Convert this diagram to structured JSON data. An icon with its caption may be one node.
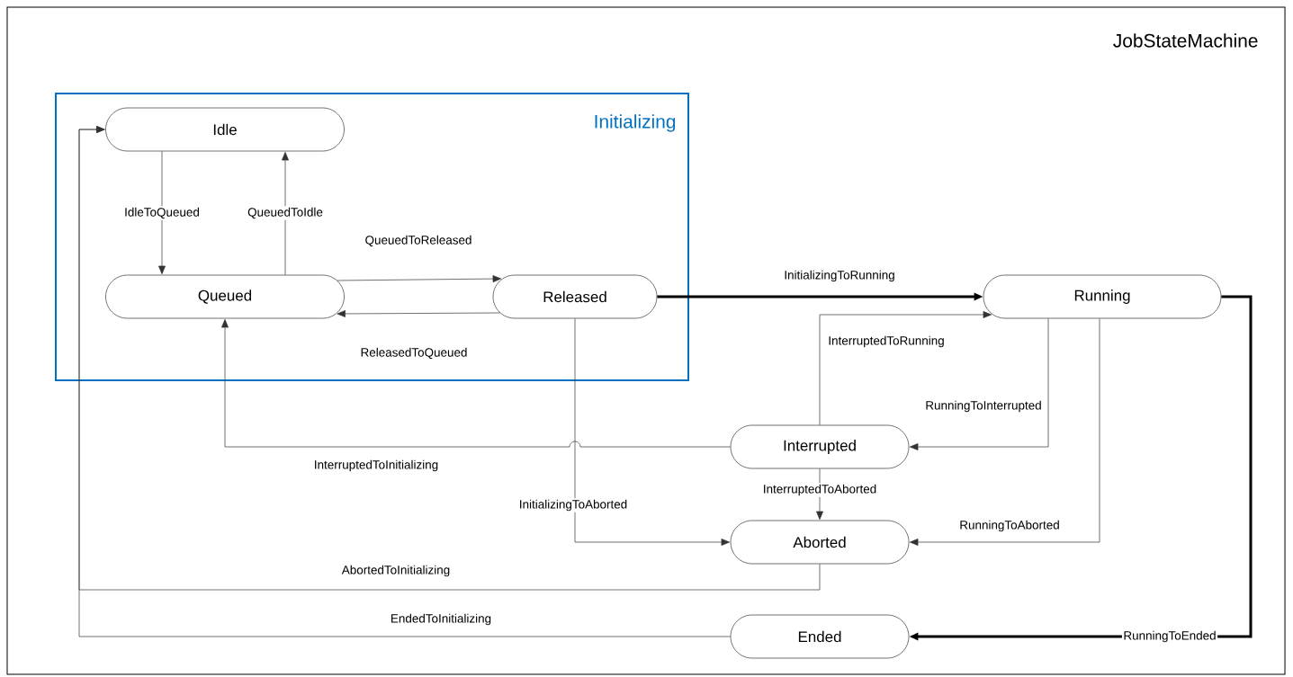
{
  "diagram": {
    "nodes": [
      {
        "text": [
          "JobStateMachine"
        ]
      },
      {
        "text": [
          "Initializing"
        ],
        "in": 0
      },
      {
        "text": [
          "Idle"
        ],
        "in": 1
      },
      {
        "text": [
          "Queued"
        ],
        "in": 1
      },
      {
        "text": [
          "Released"
        ],
        "in": 1
      },
      {
        "text": [
          "Running"
        ],
        "in": 0
      },
      {
        "text": [
          "Interrupted"
        ],
        "in": 0
      },
      {
        "text": [
          "Aborted"
        ],
        "in": 0
      },
      {
        "text": [
          "Ended"
        ],
        "in": 0
      }
    ],
    "edges": [
      {
        "from": 2,
        "to": 3,
        "arrow": "to",
        "label": "IdleToQueued"
      },
      {
        "from": 3,
        "to": 2,
        "arrow": "to",
        "label": "QueuedToIdle"
      },
      {
        "from": 3,
        "to": 4,
        "arrow": "to",
        "label": "QueuedToReleased"
      },
      {
        "from": 4,
        "to": 3,
        "arrow": "to",
        "label": "ReleasedToQueued"
      },
      {
        "from": 4,
        "to": 5,
        "arrow": "to",
        "label": "InitializingToRunning",
        "style": "thick"
      },
      {
        "from": 6,
        "to": 5,
        "arrow": "to",
        "label": "InterruptedToRunning"
      },
      {
        "from": 5,
        "to": 6,
        "arrow": "to",
        "label": "RunningToInterrupted"
      },
      {
        "from": 6,
        "to": 3,
        "arrow": "to",
        "label": "InterruptedToInitializing"
      },
      {
        "from": 4,
        "to": 7,
        "arrow": "to",
        "label": "InitializingToAborted"
      },
      {
        "from": 6,
        "to": 7,
        "arrow": "to",
        "label": "InterruptedToAborted"
      },
      {
        "from": 5,
        "to": 7,
        "arrow": "to",
        "label": "RunningToAborted"
      },
      {
        "from": 7,
        "to": 2,
        "arrow": "to",
        "label": "AbortedToInitializing"
      },
      {
        "from": 8,
        "to": 2,
        "arrow": "to",
        "label": "EndedToInitializing"
      },
      {
        "from": 5,
        "to": 8,
        "arrow": "to",
        "label": "RunningToEnded",
        "style": "thick"
      }
    ]
  }
}
